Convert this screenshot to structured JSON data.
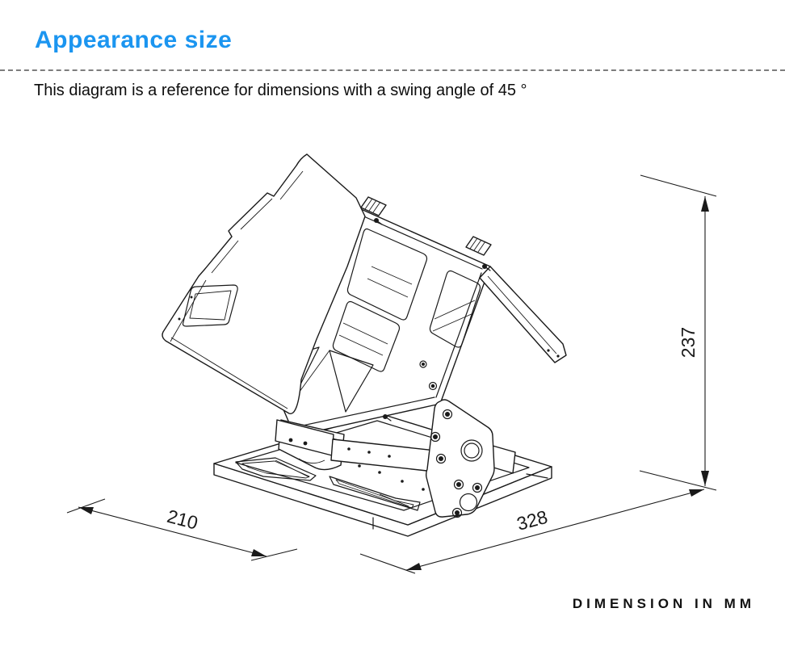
{
  "header": {
    "title": "Appearance size",
    "description": "This diagram is a reference for dimensions with a swing angle of 45 °"
  },
  "diagram": {
    "dimensions": {
      "height_mm": "237",
      "depth_mm": "210",
      "width_mm": "328"
    },
    "footer_note": "DIMENSION IN MM"
  },
  "colors": {
    "accent_blue": "#1B95F0",
    "line": "#1A1A1A",
    "divider_gray": "#7D7D7D"
  }
}
